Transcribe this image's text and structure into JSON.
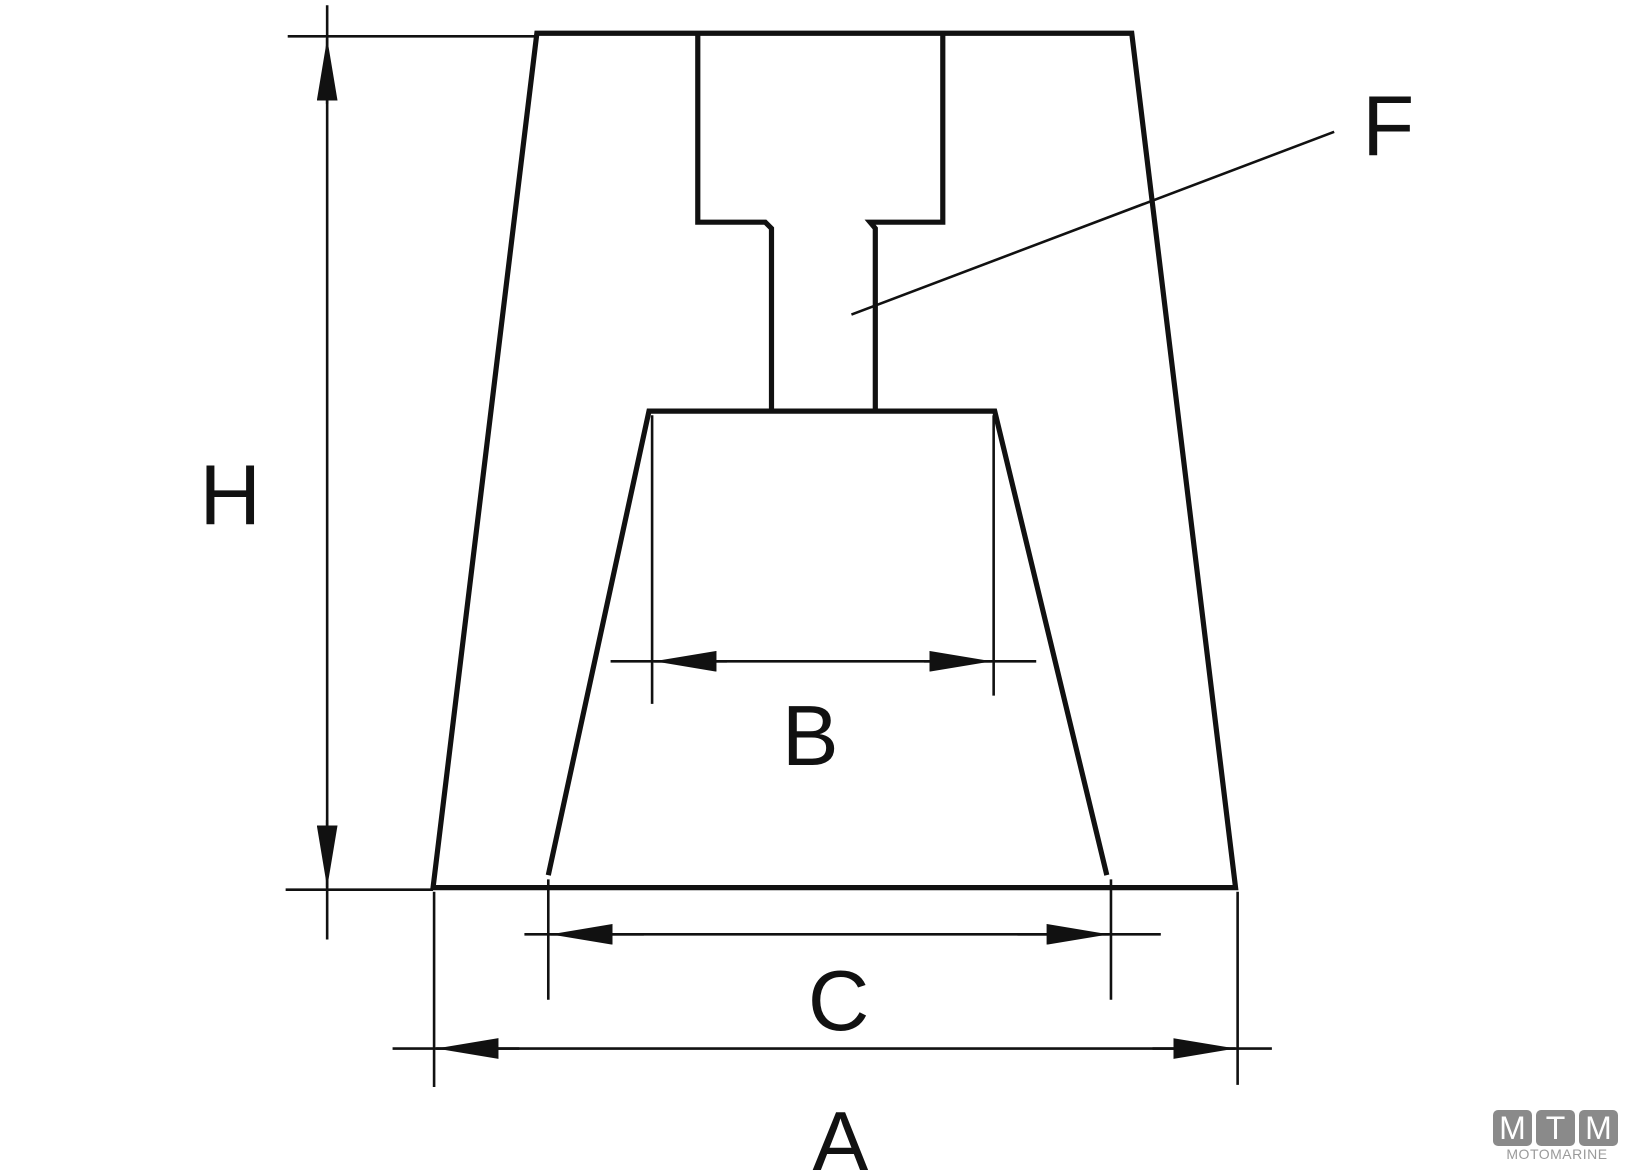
{
  "labels": {
    "H": "H",
    "F": "F",
    "B": "B",
    "C": "C",
    "A": "A"
  },
  "logo": {
    "letters": [
      "M",
      "T",
      "M"
    ],
    "name": "MOTOMARINE"
  },
  "colors": {
    "line": "#111111",
    "logo": "#8a8a8a"
  }
}
